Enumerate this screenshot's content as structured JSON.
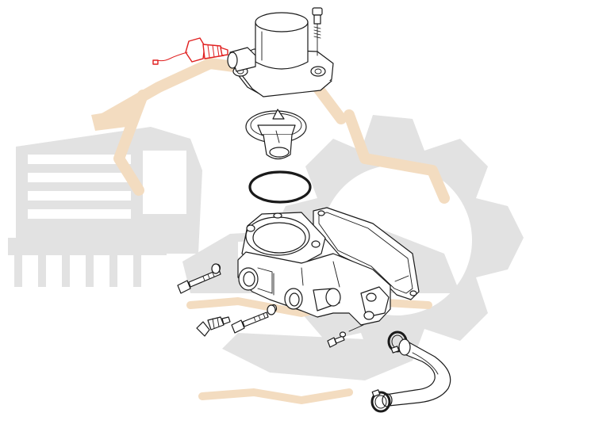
{
  "diagram": {
    "type": "exploded-parts-diagram",
    "highlighted_part": "temperature-sensor",
    "colors": {
      "highlight": "#e02020",
      "line": "#1a1a1a",
      "watermark_gray": "#e2e2e2",
      "watermark_orange": "#f3dcc0"
    },
    "parts": [
      "thermostat-cover",
      "cover-bolt",
      "temperature-sensor",
      "thermostat",
      "o-ring",
      "thermostat-housing",
      "housing-gasket",
      "housing-bolt-long",
      "housing-bolt-short",
      "sensor-plug",
      "small-bolt",
      "hose-clamp-upper",
      "coolant-hose",
      "hose-clamp-lower"
    ]
  }
}
